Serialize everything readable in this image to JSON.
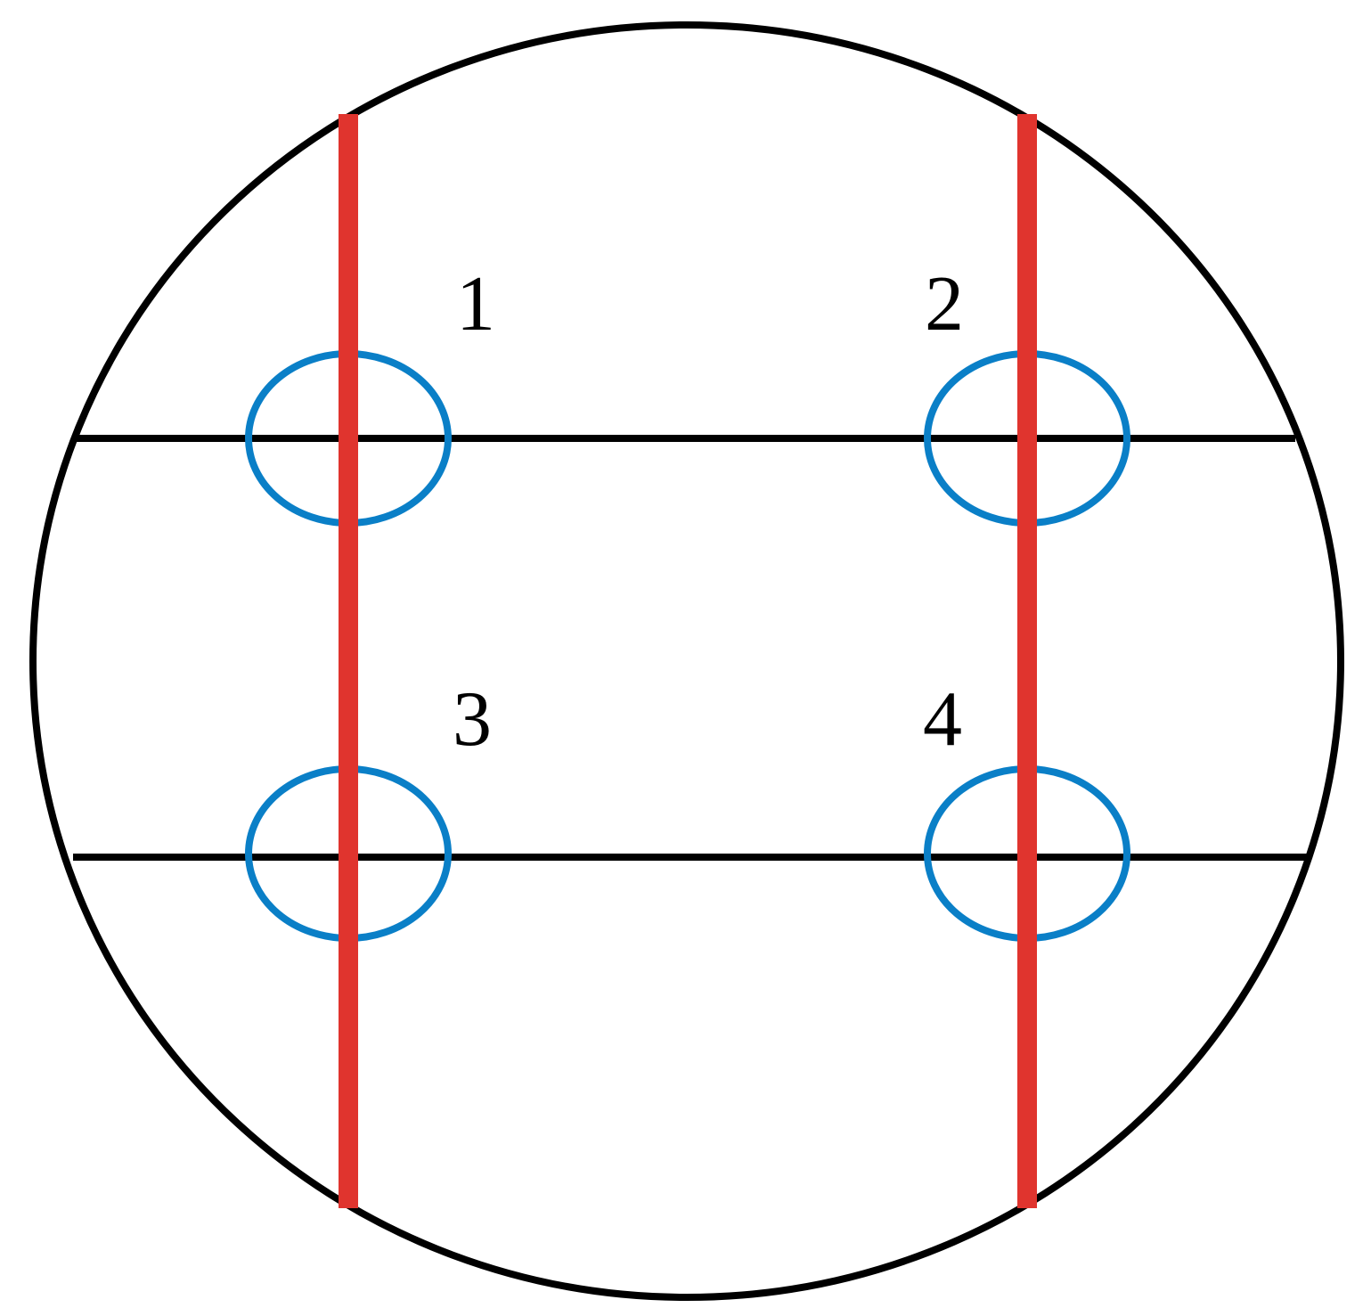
{
  "diagram": {
    "colors": {
      "outline": "#000000",
      "vertical_lines": "#e0342e",
      "markers": "#0a7fc7",
      "background": "#ffffff"
    },
    "markers": [
      {
        "id": "marker-1",
        "label": "1"
      },
      {
        "id": "marker-2",
        "label": "2"
      },
      {
        "id": "marker-3",
        "label": "3"
      },
      {
        "id": "marker-4",
        "label": "4"
      }
    ]
  }
}
